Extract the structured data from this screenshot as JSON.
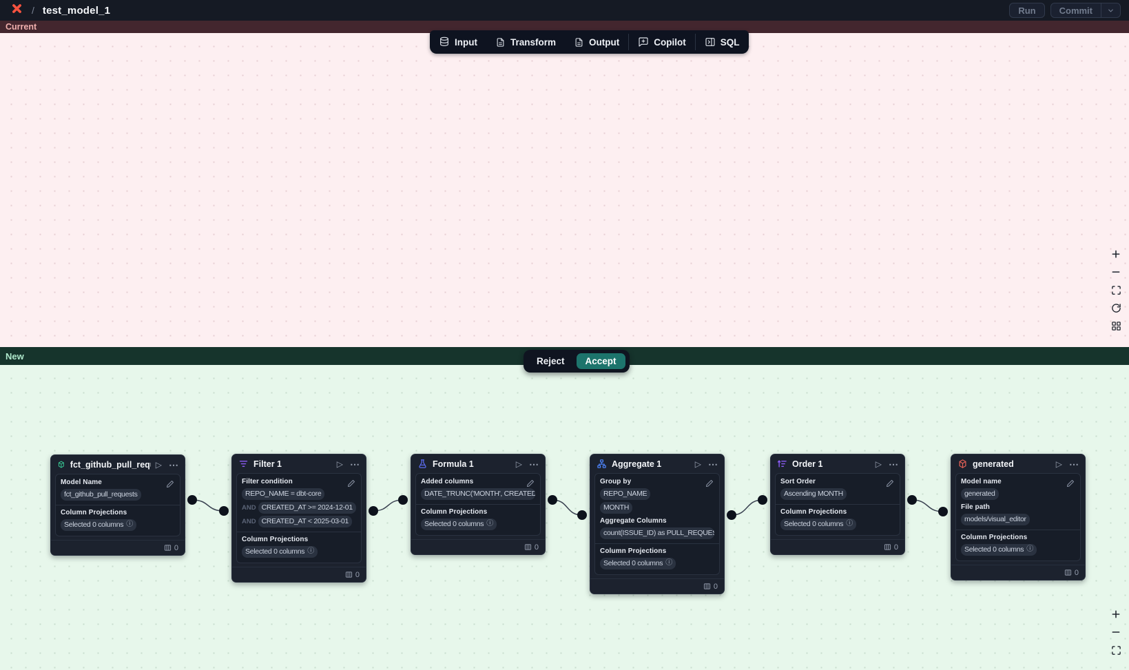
{
  "header": {
    "separator": "/",
    "title": "test_model_1",
    "run_label": "Run",
    "commit_label": "Commit"
  },
  "version_bars": {
    "current_label": "Current",
    "new_label": "New"
  },
  "toolbar": {
    "input_label": "Input",
    "transform_label": "Transform",
    "output_label": "Output",
    "copilot_label": "Copilot",
    "sql_label": "SQL"
  },
  "review": {
    "reject_label": "Reject",
    "accept_label": "Accept"
  },
  "icons": {
    "play": "▷",
    "ellipsis": "⋯",
    "info": "ⓘ"
  },
  "colors": {
    "accent_teal": "#1d746c",
    "current_bar_bg": "#43262e",
    "new_bar_bg": "#16342c",
    "pink_canvas": "#fdeff1",
    "green_canvas": "#e7f7eb",
    "node_bg": "#1c222e"
  },
  "canvas_controls": {
    "top_icons": [
      "zoom-in-icon",
      "zoom-out-icon",
      "fit-view-icon",
      "refresh-icon",
      "auto-layout-icon"
    ],
    "bottom_icons": [
      "zoom-in-icon",
      "zoom-out-icon",
      "fit-view-icon"
    ]
  },
  "nodes": [
    {
      "title": "fct_github_pull_requests",
      "icon": "model-cube-icon",
      "icon_color": "#38c793",
      "footer_count": "0",
      "sections": [
        {
          "label": "Model Name",
          "rows": [
            {
              "chip": "fct_github_pull_requests"
            }
          ]
        },
        {
          "label": "Column Projections",
          "rows": [
            {
              "chip": "Selected 0 columns"
            }
          ]
        }
      ]
    },
    {
      "title": "Filter 1",
      "icon": "filter-icon",
      "icon_color": "#8b5cf6",
      "footer_count": "0",
      "sections": [
        {
          "label": "Filter condition",
          "rows": [
            {
              "chip": "REPO_NAME = dbt-core"
            },
            {
              "prefix": "AND",
              "chip": "CREATED_AT >= 2024-12-01"
            },
            {
              "prefix": "AND",
              "chip": "CREATED_AT < 2025-03-01"
            }
          ]
        },
        {
          "label": "Column Projections",
          "rows": [
            {
              "chip": "Selected 0 columns"
            }
          ]
        }
      ]
    },
    {
      "title": "Formula 1",
      "icon": "formula-flask-icon",
      "icon_color": "#5b6cf0",
      "footer_count": "0",
      "sections": [
        {
          "label": "Added columns",
          "rows": [
            {
              "chip": "DATE_TRUNC('MONTH', CREATED_AT…"
            }
          ]
        },
        {
          "label": "Column Projections",
          "rows": [
            {
              "chip": "Selected 0 columns"
            }
          ]
        }
      ]
    },
    {
      "title": "Aggregate 1",
      "icon": "aggregate-sitemap-icon",
      "icon_color": "#4c82f7",
      "footer_count": "0",
      "sections": [
        {
          "label": "Group by",
          "rows": [
            {
              "chip": "REPO_NAME"
            },
            {
              "chip": "MONTH"
            }
          ]
        },
        {
          "label": "Aggregate Columns",
          "rows": [
            {
              "chip": "count(ISSUE_ID) as PULL_REQUEST_…"
            }
          ]
        },
        {
          "label": "Column Projections",
          "rows": [
            {
              "chip": "Selected 0 columns"
            }
          ]
        }
      ]
    },
    {
      "title": "Order 1",
      "icon": "sort-icon",
      "icon_color": "#8b5cf6",
      "footer_count": "0",
      "sections": [
        {
          "label": "Sort Order",
          "rows": [
            {
              "chip": "Ascending MONTH"
            }
          ]
        },
        {
          "label": "Column Projections",
          "rows": [
            {
              "chip": "Selected 0 columns"
            }
          ]
        }
      ]
    },
    {
      "title": "generated",
      "icon": "model-cube-icon",
      "icon_color": "#e25f55",
      "footer_count": "0",
      "sections": [
        {
          "label": "Model name",
          "rows": [
            {
              "chip": "generated"
            }
          ]
        },
        {
          "label": "File path",
          "rows": [
            {
              "chip": "models/visual_editor"
            }
          ]
        },
        {
          "label": "Column Projections",
          "rows": [
            {
              "chip": "Selected 0 columns"
            }
          ]
        }
      ]
    }
  ]
}
